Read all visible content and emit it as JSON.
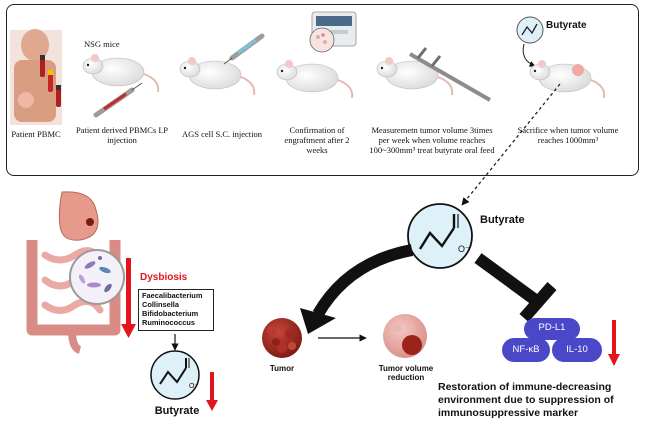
{
  "protocol": {
    "nsg_label": "NSG mice",
    "butyrate_label": "Butyrate",
    "steps": [
      "Patient PBMC",
      "Patient derived PBMCs I.P injection",
      "AGS cell S.C. injection",
      "Confirmation of engraftment after 2 weeks",
      "Measuremetn tumor volume 3times per week when volume reaches 100~300mm³ treat butyrate oral feed",
      "Sacrifice when tumor volume reaches 1000mm³"
    ]
  },
  "mechanism": {
    "dysbiosis_label": "Dysbiosis",
    "bacteria": [
      "Faecalibacterium",
      "Collinsella",
      "Bifidobacterium",
      "Ruminococcus"
    ],
    "gut_butyrate_label": "Butyrate",
    "center_butyrate_label": "Butyrate",
    "tumor_label": "Tumor",
    "tumor_reduction_label": "Tumor volume reduction",
    "markers": [
      "PD-L1",
      "NF-κB",
      "IL-10"
    ],
    "restoration_text": "Restoration of immune-decreasing environment due to suppression of immunosuppressive marker"
  },
  "colors": {
    "red_arrow": "#e3141c",
    "marker_fill": "#4a47c9",
    "dysbiosis_text": "#e3141c",
    "tumor": "#8e2218"
  },
  "icons": [
    "patient-icon",
    "mouse-icon",
    "syringe-icon",
    "analyzer-icon",
    "caliper-icon",
    "butyrate-molecule-icon",
    "stomach-icon",
    "intestine-icon",
    "bacteria-magnifier-icon"
  ]
}
